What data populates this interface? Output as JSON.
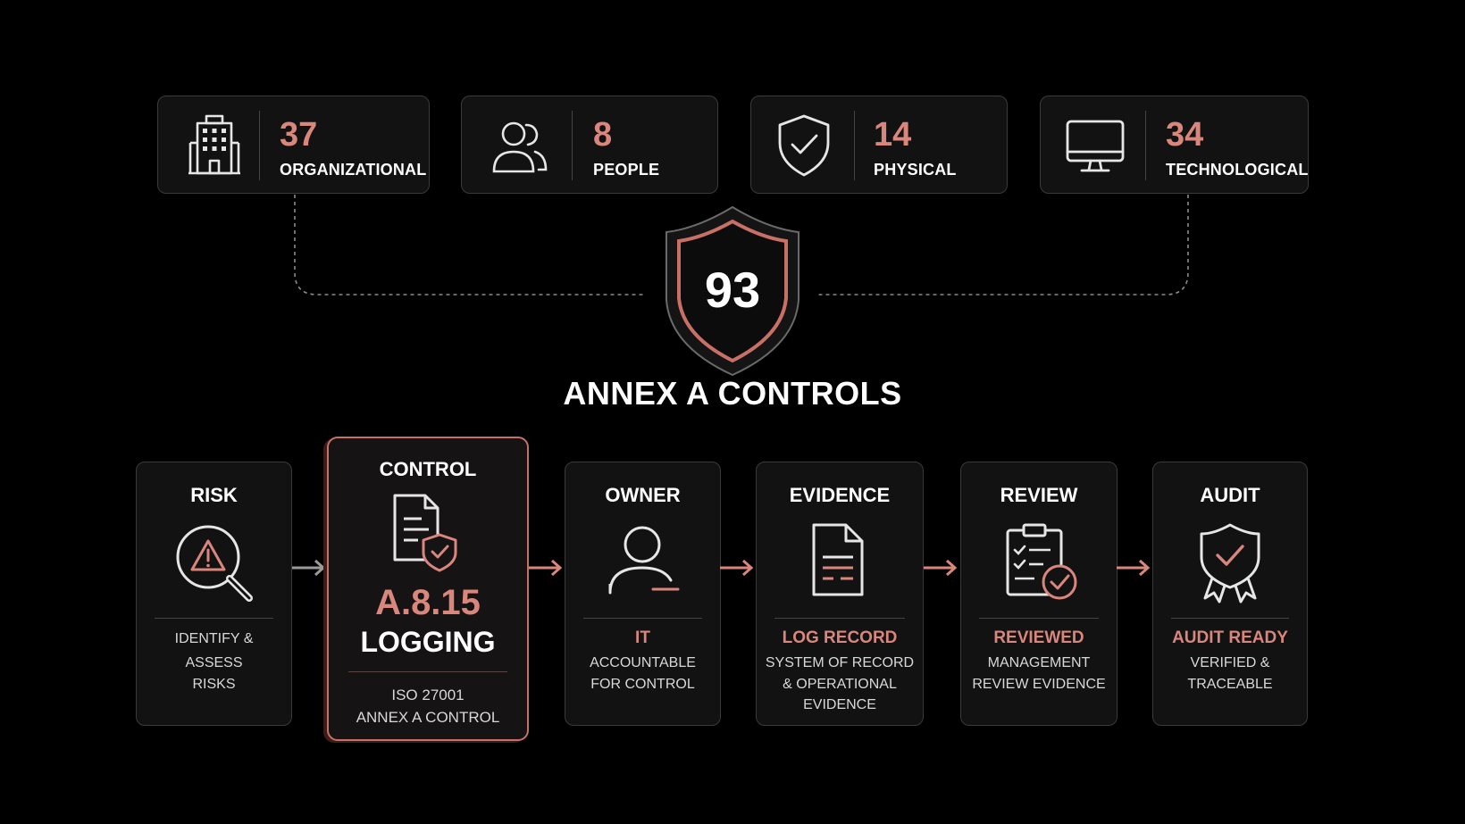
{
  "categories": [
    {
      "count": "37",
      "label": "ORGANIZATIONAL",
      "icon": "building-icon"
    },
    {
      "count": "8",
      "label": "PEOPLE",
      "icon": "people-icon"
    },
    {
      "count": "14",
      "label": "PHYSICAL",
      "icon": "shield-check-icon"
    },
    {
      "count": "34",
      "label": "TECHNOLOGICAL",
      "icon": "monitor-icon"
    }
  ],
  "total": {
    "count": "93",
    "title": "ANNEX A CONTROLS",
    "icon": "shield-icon"
  },
  "steps": {
    "risk": {
      "heading": "RISK",
      "desc1": "IDENTIFY &",
      "desc2": "ASSESS",
      "desc3": "RISKS",
      "icon": "warning-magnifier-icon"
    },
    "control": {
      "heading": "CONTROL",
      "code": "A.8.15",
      "name": "LOGGING",
      "desc1": "ISO 27001",
      "desc2": "ANNEX A CONTROL",
      "icon": "document-shield-icon"
    },
    "owner": {
      "heading": "OWNER",
      "highlight": "IT",
      "desc1": "ACCOUNTABLE",
      "desc2": "FOR CONTROL",
      "icon": "user-icon"
    },
    "evidence": {
      "heading": "EVIDENCE",
      "highlight": "LOG RECORD",
      "desc1": "SYSTEM OF RECORD",
      "desc2": "& OPERATIONAL",
      "desc3": "EVIDENCE",
      "icon": "document-icon"
    },
    "review": {
      "heading": "REVIEW",
      "highlight": "REVIEWED",
      "desc1": "MANAGEMENT",
      "desc2": "REVIEW EVIDENCE",
      "icon": "clipboard-check-icon"
    },
    "audit": {
      "heading": "AUDIT",
      "highlight": "AUDIT READY",
      "desc1": "VERIFIED &",
      "desc2": "TRACEABLE",
      "icon": "badge-check-icon"
    }
  },
  "colors": {
    "accent": "#d9867c",
    "background": "#000000",
    "card": "#121212",
    "border": "#3a3a3a"
  }
}
